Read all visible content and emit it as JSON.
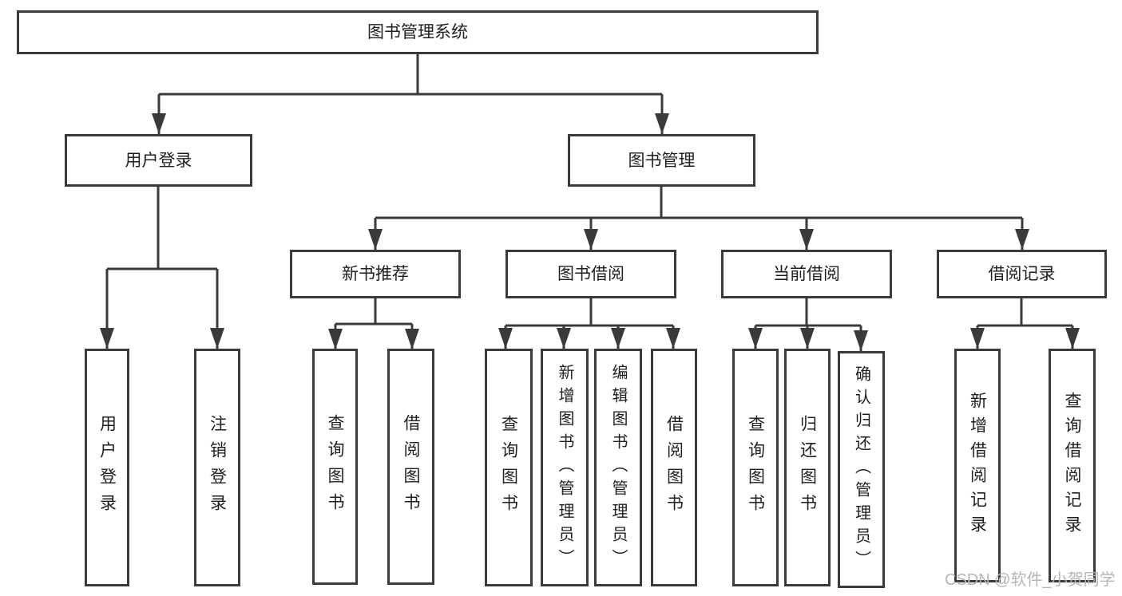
{
  "root": {
    "label": "图书管理系统"
  },
  "branch_user": {
    "label": "用户登录",
    "children": [
      {
        "label": "用户登录"
      },
      {
        "label": "注销登录"
      }
    ]
  },
  "branch_books": {
    "label": "图书管理",
    "sections": [
      {
        "label": "新书推荐",
        "children": [
          {
            "label": "查询图书"
          },
          {
            "label": "借阅图书"
          }
        ]
      },
      {
        "label": "图书借阅",
        "children": [
          {
            "label": "查询图书"
          },
          {
            "label": "新增图书（管理员）"
          },
          {
            "label": "编辑图书（管理员）"
          },
          {
            "label": "借阅图书"
          }
        ]
      },
      {
        "label": "当前借阅",
        "children": [
          {
            "label": "查询图书"
          },
          {
            "label": "归还图书"
          },
          {
            "label": "确认归还（管理员）"
          }
        ]
      },
      {
        "label": "借阅记录",
        "children": [
          {
            "label": "新增借阅记录"
          },
          {
            "label": "查询借阅记录"
          }
        ]
      }
    ]
  },
  "watermark": {
    "text": "CSDN @软件_小贺同学"
  },
  "colors": {
    "line": "#3a3a3a",
    "text": "#1f1f1f",
    "watermark": "#b5b5b5",
    "background": "#ffffff"
  }
}
